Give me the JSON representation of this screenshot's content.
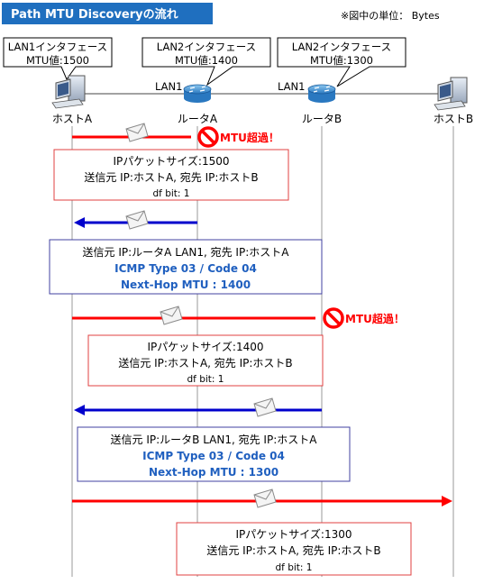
{
  "title": "Path MTU Discoveryの流れ",
  "unit_note": "※図中の単位： Bytes",
  "callouts": [
    {
      "lines": [
        "LAN1インタフェース",
        "MTU値:1500"
      ]
    },
    {
      "lines": [
        "LAN2インタフェース",
        "MTU値:1400"
      ]
    },
    {
      "lines": [
        "LAN2インタフェース",
        "MTU値:1300"
      ]
    }
  ],
  "nodes": {
    "host_a": "ホストA",
    "router_a": "ルータA",
    "router_b": "ルータB",
    "host_b": "ホストB"
  },
  "link_labels": {
    "router_a_lan1": "LAN1",
    "router_b_lan1": "LAN1"
  },
  "mtu_exceeded": "MTU超過！",
  "boxes": [
    {
      "lines": [
        "IPパケットサイズ:1500",
        "送信元 IP:ホストA, 宛先 IP:ホストB",
        "df bit: 1"
      ]
    },
    {
      "lines": [
        "送信元 IP:ルータA LAN1, 宛先 IP:ホストA",
        "ICMP Type 03 / Code 04",
        "Next-Hop MTU : 1400"
      ]
    },
    {
      "lines": [
        "IPパケットサイズ:1400",
        "送信元 IP:ホストA, 宛先 IP:ホストB",
        "df bit: 1"
      ]
    },
    {
      "lines": [
        "送信元 IP:ルータB LAN1, 宛先 IP:ホストA",
        "ICMP Type 03 / Code 04",
        "Next-Hop MTU : 1300"
      ]
    },
    {
      "lines": [
        "IPパケットサイズ:1300",
        "送信元 IP:ホストA, 宛先 IP:ホストB",
        "df bit: 1"
      ]
    }
  ],
  "colors": {
    "title_bg": "#1f6fbf",
    "red": "#ff0000",
    "blue": "#0000cc",
    "icmp_text": "#1f5fbf",
    "red_border": "#e04040",
    "blue_border": "#4040a0",
    "router": "#3a8fd0"
  }
}
